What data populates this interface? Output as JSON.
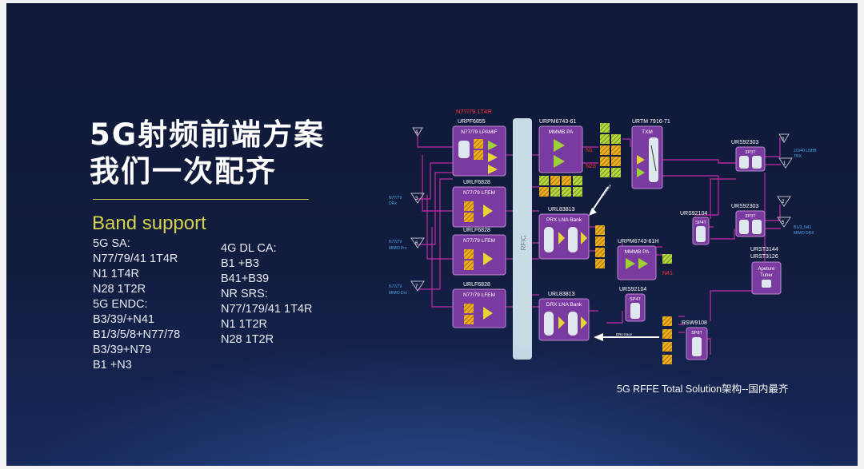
{
  "title_line1": "5G射频前端方案",
  "title_line2": "我们一次配齐",
  "band_support": {
    "heading": "Band support",
    "col1": [
      "5G SA:",
      "N77/79/41 1T4R",
      "N1    1T4R",
      "N28  1T2R",
      "5G ENDC:",
      "B3/39/+N41",
      "B1/3/5/8+N77/78",
      "B3/39+N79",
      "B1 +N3"
    ],
    "col2": [
      "4G DL CA:",
      "B1 +B3",
      "B41+B39",
      "NR SRS:",
      "N77/179/41 1T4R",
      "N1    1T2R",
      "N28  1T2R"
    ]
  },
  "diagram": {
    "top_note": "N77/79 1T4R",
    "rfic": "RFIC",
    "modules": {
      "lpamif_part": "URPF6855",
      "lpamif_name": "N77/79 LPAMiF",
      "lfem1_part": "URLF6828",
      "lfem1_name": "N77/79 LFEM",
      "lfem2_part": "URLF6828",
      "lfem2_name": "N77/79 LFEM",
      "lfem3_part": "URLF6828",
      "lfem3_name": "N77/79 LFEM",
      "mmmb1_part": "URPM6743-61",
      "mmmb1_name": "MMMB PA",
      "prx_part": "URL83813",
      "prx_name": "PRX LNA Bank",
      "drx_part": "URL83813",
      "drx_name": "DRX LNA Bank",
      "txm_part": "URTM 7916-71",
      "txm_name": "TXM",
      "mmmb2_part": "URPM6743-61H",
      "mmmb2_name": "MMMB PA",
      "sp4t1_part": "URS92104",
      "sp4t1_name": "SP4T",
      "sp4t2_part": "URS92104",
      "sp4t2_name": "SP4T",
      "sp8t_part": "RSW9108",
      "sp8t_name": "SP8T",
      "dp3t1_part": "URS92303",
      "dp3t1_name": "3P3T",
      "dp3t2_part": "URS92303",
      "dp3t2_name": "3P3T",
      "tuner_part1": "URST3144",
      "tuner_part2": "URST3126",
      "tuner_name1": "Apeture",
      "tuner_name2": "Tuner"
    },
    "red_labels": {
      "n1": "N1",
      "n28": "N28",
      "n41": "N41"
    },
    "antenna_numbers": [
      "4",
      "3",
      "6",
      "7",
      "0",
      "1",
      "2",
      "5"
    ],
    "blue_labels": {
      "a1a": "N77/79",
      "a1b": "DRx",
      "a2a": "N77/79",
      "a2b": "MIMO Prx",
      "a3a": "N77/79",
      "a3b": "MIMO Drx",
      "r1a": "2/3/40 LNHB",
      "r1b": "TRX",
      "r2a": "B1/3_N41",
      "r2b": "MIMO DRX"
    },
    "arrow_labels": {
      "drx_trace": "DRx trace",
      "prx_trace": "PRx trace"
    }
  },
  "caption": "5G RFFE Total Solution架构--国内最齐"
}
